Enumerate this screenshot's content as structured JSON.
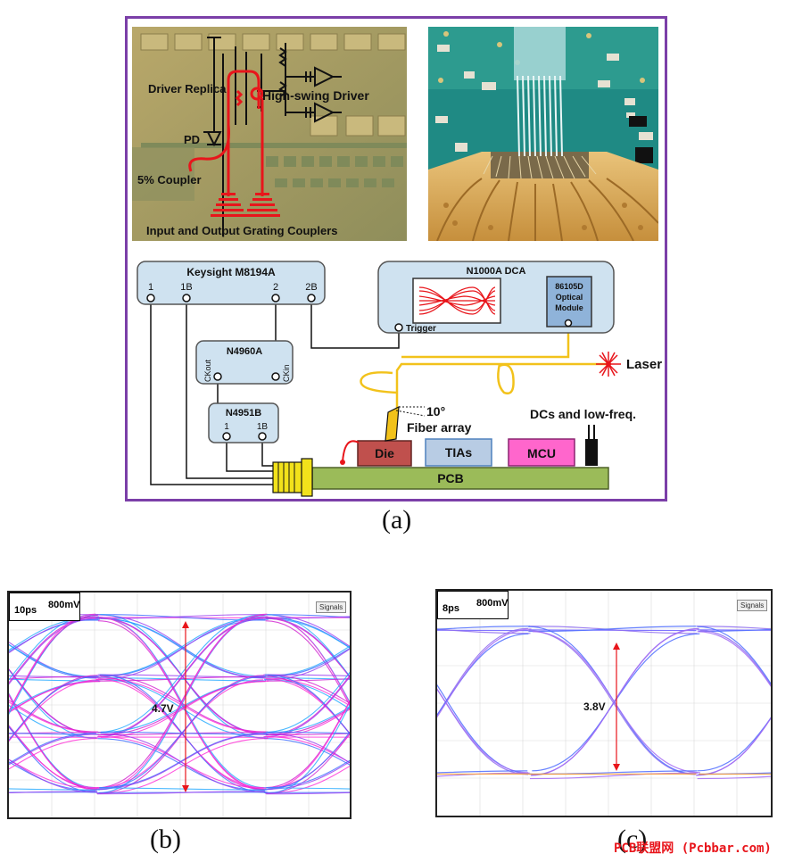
{
  "photo_left": {
    "labels": {
      "driver_replica": "Driver Replica",
      "high_swing_driver": "High-swing Driver",
      "pd": "PD",
      "coupler": "5% Coupler",
      "grating": "Input and Output Grating Couplers"
    }
  },
  "setup": {
    "awg": {
      "title": "Keysight M8194A",
      "ports": [
        "1",
        "1B",
        "2",
        "2B"
      ]
    },
    "dca": {
      "title": "N1000A DCA",
      "trigger": "Trigger",
      "module_lines": [
        "86105D",
        "Optical",
        "Module"
      ]
    },
    "clk": {
      "title": "N4960A",
      "ckout": "CKout",
      "ckin": "CKin"
    },
    "amp": {
      "title": "N4951B",
      "ports": [
        "1",
        "1B"
      ]
    },
    "laser": "Laser",
    "angle": "10°",
    "fiber": "Fiber array",
    "dcs": "DCs and low-freq.",
    "die": "Die",
    "tias": "TIAs",
    "mcu": "MCU",
    "pcb": "PCB"
  },
  "captions": {
    "a": "(a)",
    "b": "(b)",
    "c": "(c)"
  },
  "eye_b": {
    "time_scale": "10ps",
    "volt_scale": "800mV",
    "swing": "4.7V",
    "menu": "Signals"
  },
  "eye_c": {
    "time_scale": "8ps",
    "volt_scale": "800mV",
    "swing": "3.8V",
    "menu": "Signals"
  },
  "watermark": "PCB联盟网 (Pcbbar.com)",
  "colors": {
    "frame": "#7b3fa8",
    "signal": "#e8151b",
    "fiber": "#f2c21b",
    "box": "#cfe2f0",
    "pcb": "#9bbb59"
  }
}
